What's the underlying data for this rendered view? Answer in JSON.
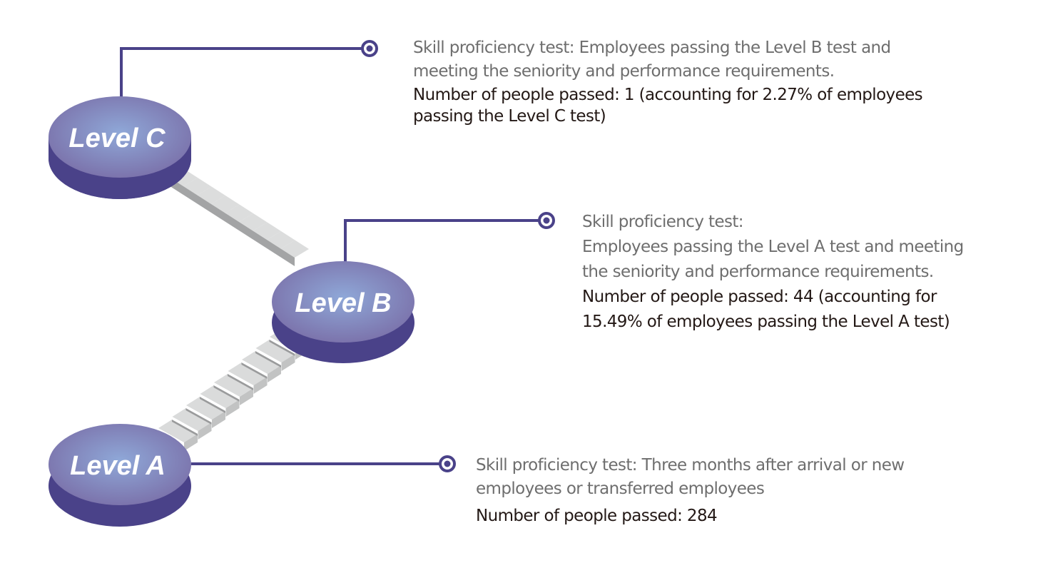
{
  "colors": {
    "disc_top_center": "#8fa8d8",
    "disc_top_edge": "#7a6fa8",
    "disc_side": "#4a4289",
    "connector": "#4a4289",
    "stair_light": "#e6e7e7",
    "stair_dark": "#9a9b9c",
    "description_text": "#6e6e6e",
    "count_text": "#231815"
  },
  "levels": [
    {
      "label": "Level C",
      "description_lines": [
        "Skill proficiency test: Employees passing  the Level B test and",
        "meeting the seniority and performance requirements."
      ],
      "count_lines": [
        "Number of people passed: 1 (accounting for 2.27% of employees",
        "passing the Level C test)"
      ],
      "people_passed": 1,
      "share_percent": 2.27
    },
    {
      "label": "Level B",
      "description_lines": [
        "Skill proficiency test:",
        "Employees passing the Level  A test and meeting",
        "the  seniority and performance  requirements."
      ],
      "count_lines": [
        "Number of people passed: 44 (accounting for",
        "15.49% of employees passing the Level  A test)"
      ],
      "people_passed": 44,
      "share_percent": 15.49
    },
    {
      "label": "Level A",
      "description_lines": [
        "Skill proficiency test: Three months after arrival or new",
        "employees or transferred  employees"
      ],
      "count_lines": [
        "Number of people passed: 284"
      ],
      "people_passed": 284
    }
  ]
}
